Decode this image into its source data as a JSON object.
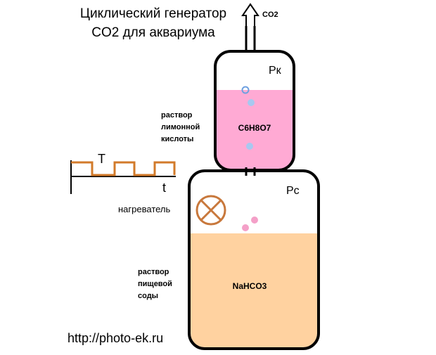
{
  "title": {
    "line1": "Циклический генератор",
    "line2": "CO2 для аквариума"
  },
  "outlet_label": "CO2",
  "upper_vessel": {
    "label": "Рк",
    "content_label": "C6H8O7",
    "liquid_color": "#ffaad4"
  },
  "lower_vessel": {
    "label": "Рс",
    "content_label": "NaHCO3",
    "liquid_color": "#ffd2a0"
  },
  "acid_solution": {
    "line1": "раствор",
    "line2": "лимонной",
    "line3": "кислоты"
  },
  "soda_solution": {
    "line1": "раствор",
    "line2": "пищевой",
    "line3": "соды"
  },
  "heater_label": "нагреватель",
  "heater_color": "#c8783c",
  "timing_graph": {
    "period_label": "T",
    "axis_label": "t",
    "signal_color": "#d27a2a"
  },
  "bubble_color": "#a8c8f0",
  "soda_bubble_color": "#f4a0c8",
  "url": "http://photo-ek.ru"
}
